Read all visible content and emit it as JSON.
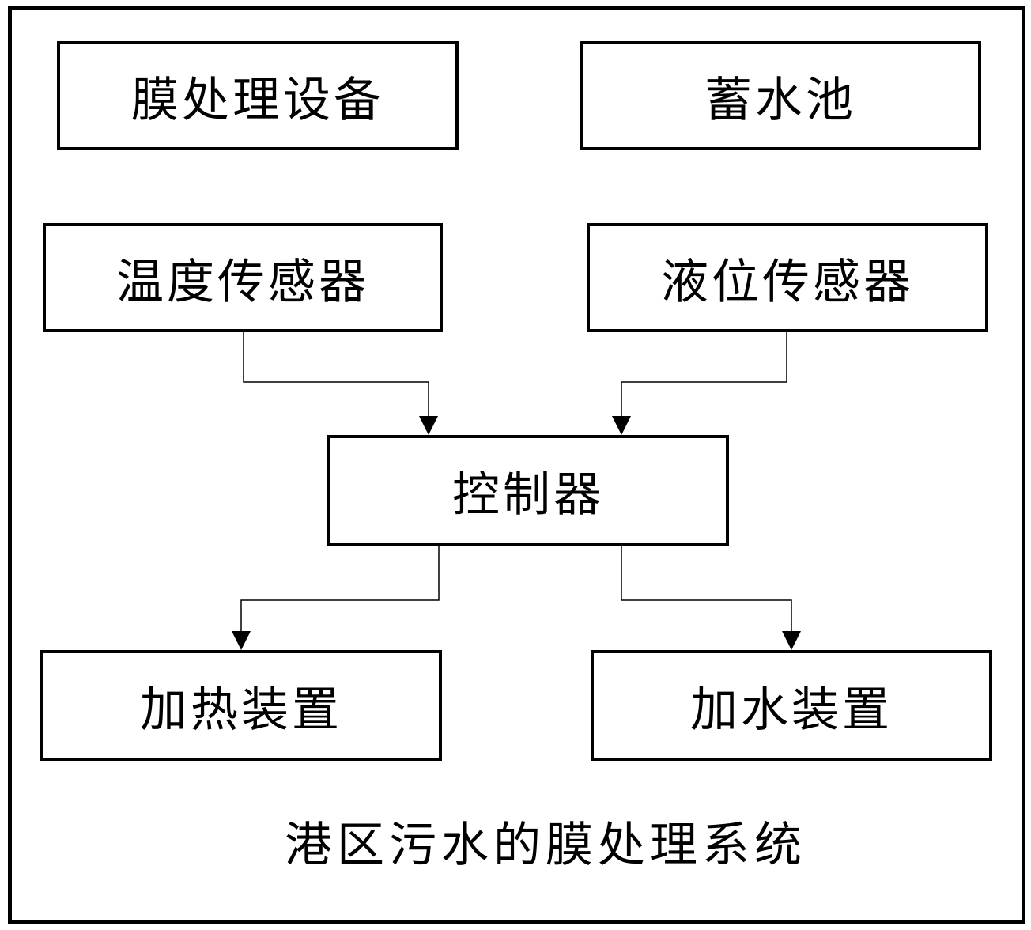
{
  "diagram": {
    "nodes": {
      "membrane_equipment": "膜处理设备",
      "reservoir": "蓄水池",
      "temperature_sensor": "温度传感器",
      "level_sensor": "液位传感器",
      "controller": "控制器",
      "heating_device": "加热装置",
      "water_adding_device": "加水装置"
    },
    "caption": "港区污水的膜处理系统",
    "edges": [
      {
        "from": "temperature_sensor",
        "to": "controller"
      },
      {
        "from": "level_sensor",
        "to": "controller"
      },
      {
        "from": "controller",
        "to": "heating_device"
      },
      {
        "from": "controller",
        "to": "water_adding_device"
      }
    ]
  }
}
